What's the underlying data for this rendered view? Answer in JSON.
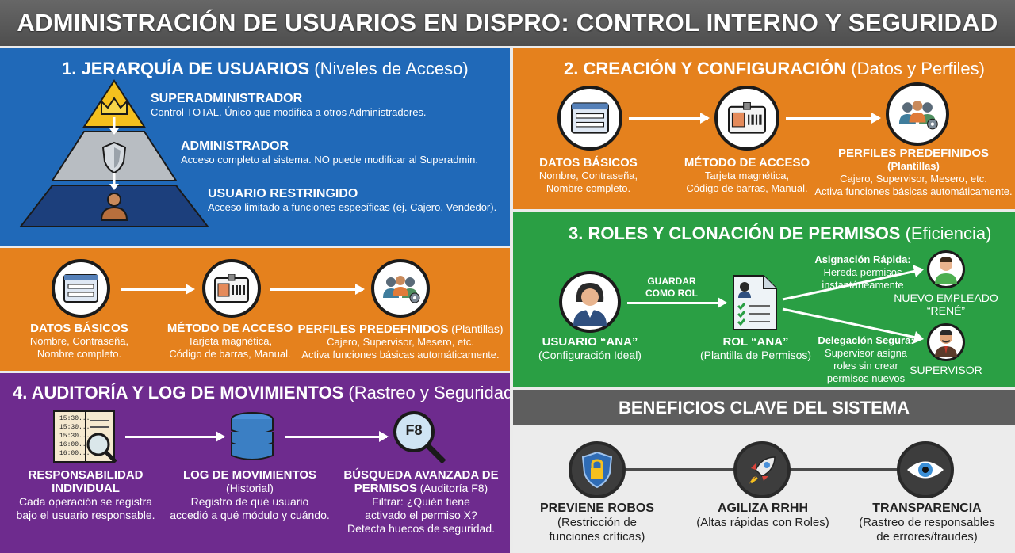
{
  "title": "ADMINISTRACIÓN DE USUARIOS EN DISPRO: CONTROL INTERNO Y SEGURIDAD",
  "colors": {
    "blue": "#2069b8",
    "orange": "#e5811d",
    "purple": "#6e2b8e",
    "green": "#2a9f44",
    "gray": "#5e5e5e"
  },
  "jerarquia": {
    "heading": "1. JERARQUÍA DE USUARIOS",
    "heading_sub": "(Niveles de Acceso)",
    "levels": [
      {
        "title": "SUPERADMINISTRADOR",
        "desc": "Control TOTAL. Único que modifica a otros Administradores.",
        "icon": "crown-icon"
      },
      {
        "title": "ADMINISTRADOR",
        "desc": "Acceso completo al sistema. NO puede modificar al Superadmin.",
        "icon": "shield-icon"
      },
      {
        "title": "USUARIO RESTRINGIDO",
        "desc": "Acceso limitado a funciones específicas (ej. Cajero, Vendedor).",
        "icon": "person-icon"
      }
    ]
  },
  "creacion_flow": {
    "steps": [
      {
        "title": "DATOS BÁSICOS",
        "lines": [
          "Nombre, Contraseña,",
          "Nombre completo."
        ]
      },
      {
        "title": "MÉTODO DE ACCESO",
        "lines": [
          "Tarjeta magnética,",
          "Código de barras, Manual."
        ]
      },
      {
        "title": "PERFILES PREDEFINIDOS",
        "title_sub": "(Plantillas)",
        "lines": [
          "Cajero, Supervisor, Mesero, etc.",
          "Activa funciones básicas automáticamente."
        ]
      }
    ]
  },
  "creacion": {
    "heading": "2. CREACIÓN Y CONFIGURACIÓN",
    "heading_sub": "(Datos y Perfiles)",
    "steps": [
      {
        "title": "DATOS BÁSICOS",
        "lines": [
          "Nombre, Contraseña,",
          "Nombre completo."
        ]
      },
      {
        "title": "MÉTODO DE ACCESO",
        "lines": [
          "Tarjeta magnética,",
          "Código de barras, Manual."
        ]
      },
      {
        "title": "PERFILES PREDEFINIDOS",
        "title2": "(Plantillas)",
        "lines": [
          "Cajero, Supervisor, Mesero, etc.",
          "Activa funciones básicas automáticamente."
        ]
      }
    ]
  },
  "roles": {
    "heading": "3. ROLES Y CLONACIÓN DE PERMISOS",
    "heading_sub": "(Eficiencia)",
    "user": {
      "title": "USUARIO “ANA”",
      "sub": "(Configuración Ideal)"
    },
    "save_label": [
      "GUARDAR",
      "COMO ROL"
    ],
    "role": {
      "title": "ROL “ANA”",
      "sub": "(Plantilla de Permisos)"
    },
    "fast": {
      "title": "Asignación Rápida:",
      "lines": [
        "Hereda permisos",
        "instantáneamente"
      ]
    },
    "delegation": {
      "title": "Delegación Segura:",
      "lines": [
        "Supervisor asigna",
        "roles sin crear",
        "permisos nuevos"
      ]
    },
    "new_employee": [
      "NUEVO EMPLEADO",
      "“RENÉ”"
    ],
    "supervisor": "SUPERVISOR"
  },
  "auditoria": {
    "heading": "4. AUDITORÍA Y LOG DE MOVIMIENTOS",
    "heading_sub": "(Rastreo y Seguridad)",
    "log_times": [
      "15:30...",
      "15:30...",
      "15:30...",
      "16:00...",
      "16:00..."
    ],
    "f8_label": "F8",
    "steps": [
      {
        "title": [
          "RESPONSABILIDAD",
          "INDIVIDUAL"
        ],
        "lines": [
          "Cada operación se registra",
          "bajo el usuario responsable."
        ]
      },
      {
        "title": [
          "LOG DE MOVIMIENTOS"
        ],
        "sub": "(Historial)",
        "lines": [
          "Registro de qué usuario",
          "accedió a qué módulo y cuándo."
        ]
      },
      {
        "title": [
          "BÚSQUEDA AVANZADA DE",
          "PERMISOS"
        ],
        "sub": "(Auditoría F8)",
        "lines": [
          "Filtrar: ¿Quién tiene",
          "activado el permiso X?",
          "Detecta huecos de seguridad."
        ]
      }
    ]
  },
  "beneficios": {
    "heading": "BENEFICIOS CLAVE DEL SISTEMA",
    "items": [
      {
        "title": "PREVIENE ROBOS",
        "lines": [
          "(Restricción de",
          "funciones críticas)"
        ],
        "icon": "lock-shield-icon"
      },
      {
        "title": "AGILIZA RRHH",
        "lines": [
          "(Altas rápidas con Roles)"
        ],
        "icon": "rocket-icon"
      },
      {
        "title": "TRANSPARENCIA",
        "lines": [
          "(Rastreo de responsables",
          "de errores/fraudes)"
        ],
        "icon": "eye-icon"
      }
    ]
  }
}
